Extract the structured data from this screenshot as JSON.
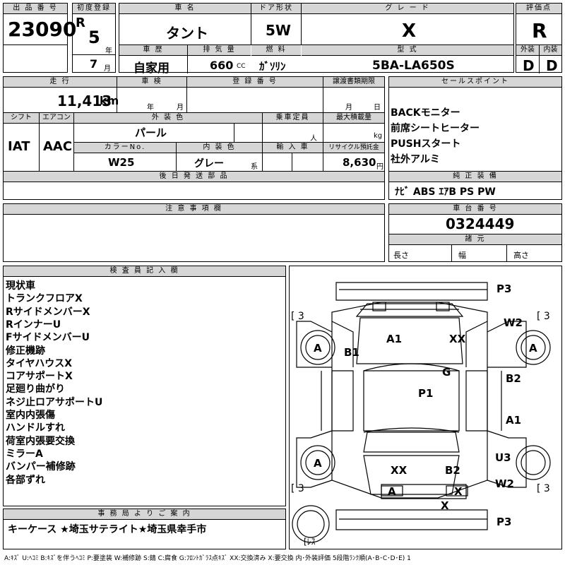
{
  "header": {
    "l_lot": "出 品 番 号",
    "l_year": "初度登録",
    "l_name": "車 名",
    "l_door": "ドア形状",
    "l_grade": "グ レ ー ド",
    "l_score": "評価点",
    "lot": "23090",
    "era": "R",
    "year": "5",
    "year_unit": "年",
    "month": "7",
    "month_unit": "月",
    "name": "タント",
    "door": "5W",
    "grade": "X",
    "score": "R",
    "l_history": "車 歴",
    "l_cc": "排 気 量",
    "l_fuel": "燃 料",
    "l_model": "型 式",
    "l_ext": "外装",
    "l_int": "内装",
    "history": "自家用",
    "cc": "660",
    "cc_unit": "CC",
    "fuel": "ｶﾞｿﾘﾝ",
    "model": "5BA-LA650S",
    "ext": "D",
    "int": "D"
  },
  "row2": {
    "l_mileage": "走 行",
    "l_shaken": "車 検",
    "l_reg": "登 録 番 号",
    "l_doc": "譲渡書類期限",
    "mileage": "11,413",
    "mileage_unit": "km",
    "shaken_y": "年",
    "shaken_m": "月",
    "doc_m": "月",
    "doc_d": "日",
    "l_shift": "シフト",
    "l_ac": "エアコン",
    "l_color": "外 装 色",
    "l_capacity": "乗車定員",
    "l_load": "最大積載量",
    "shift": "IAT",
    "ac": "AAC",
    "color": "パール",
    "capacity_unit": "人",
    "load_unit": "kg",
    "l_colorno": "カラーNo.",
    "l_intcolor": "内 装 色",
    "l_import": "輸 入 車",
    "l_recycle": "リサイクル預託金",
    "colorno": "W25",
    "intcolor": "グレー",
    "intcolor_suffix": "系",
    "recycle": "8,630",
    "recycle_unit": "円",
    "l_later": "後 日 発 送 部 品"
  },
  "sales": {
    "l_title": "セールスポイント",
    "points": [
      "BACKモニター",
      "前席シートヒーター",
      "PUSHスタート",
      "社外アルミ"
    ],
    "l_equip": "純 正 装 備",
    "equip": "ﾅﾋﾞ  ABS  ｴｱB  PS  PW"
  },
  "notes": {
    "l_title": "注 意 事 項 欄"
  },
  "chassis": {
    "l_title": "車 台 番 号",
    "number": "0324449",
    "l_spec": "諸 元",
    "length": "長さ",
    "width": "幅",
    "height": "高さ"
  },
  "inspector": {
    "l_title": "検 査 員 記 入 欄",
    "lines": [
      "現状車",
      "トランクフロアX",
      "RサイドメンバーX",
      "RインナーU",
      "FサイドメンバーU",
      "修正機跡",
      "タイヤハウスX",
      "コアサポートX",
      "足廻り曲がり",
      "ネジ止ロアサポートU",
      "室内内張傷",
      "ハンドルすれ",
      "荷室内張要交換",
      "ミラーA",
      "バンパー補修跡",
      "各部ずれ"
    ]
  },
  "office": {
    "l_title": "事 務 局 よ り ご 案 内",
    "text": "キーケース ★埼玉サテライト★埼玉県幸手市"
  },
  "diagram": {
    "tire_count": "3",
    "spare_label": "ﾚｽ",
    "marks": {
      "p3_top": "P3",
      "w2_top": "W2",
      "a1_front": "A1",
      "xx_front": "XX",
      "b1": "B1",
      "tire_fl": "A",
      "tire_fr": "A",
      "g": "G",
      "b2_right": "B2",
      "p1": "P1",
      "a1_right": "A1",
      "tire_rl": "A",
      "u3": "U3",
      "xx_rear": "XX",
      "b2_rear": "B2",
      "w2_rear": "W2",
      "a_bumper": "A",
      "x_bumper": "X",
      "x_lower": "X",
      "p3_bottom": "P3"
    }
  },
  "legend": "A:ｷｽﾞ U:ﾍｺﾐ B:ｷｽﾞを伴うﾍｺﾐ P:要塗装 W:補修跡 S:錆 C:腐食 G:ﾌﾛﾝﾄｶﾞﾗｽ点ｷｽﾞ XX:交換済み X:要交換  内･外装評価 5段階ﾗﾝｸ順(A･B･C･D･E) 1"
}
